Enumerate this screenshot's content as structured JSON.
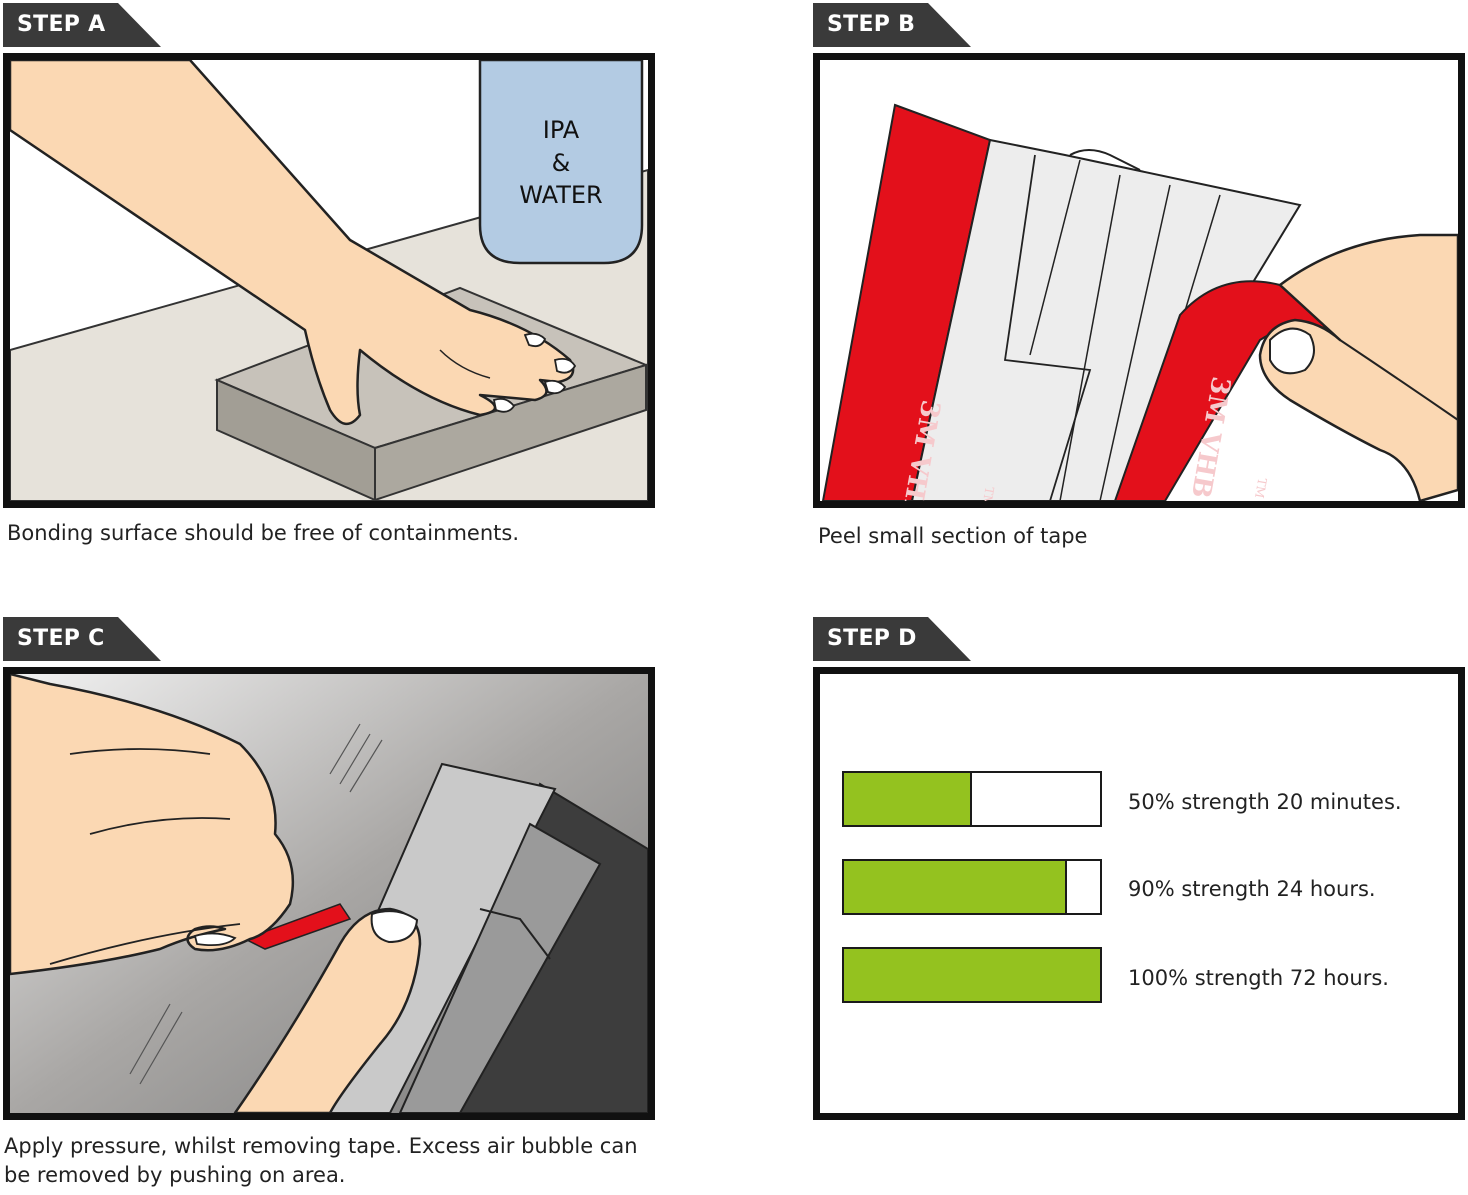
{
  "steps": [
    {
      "label": "STEP A",
      "caption": "Bonding surface should be free of containments."
    },
    {
      "label": "STEP B",
      "caption": "Peel small section of tape"
    },
    {
      "label": "STEP C",
      "caption_line1": "Apply pressure, whilst removing tape. Excess air bubble can",
      "caption_line2": "be removed by pushing on area."
    },
    {
      "label": "STEP D"
    }
  ],
  "bottle": {
    "line1": "IPA",
    "line2": "&",
    "line3": "WATER"
  },
  "tape_brand": "3M VHB",
  "tape_tm": "TM",
  "strength_bars": [
    {
      "fill_percent": 50,
      "label": "50% strength 20 minutes."
    },
    {
      "fill_percent": 87,
      "label": "90% strength 24 hours."
    },
    {
      "fill_percent": 100,
      "label": "100% strength 72 hours."
    }
  ],
  "colors": {
    "tab_bg": "#3a3a3a",
    "frame": "#111111",
    "bar_fill": "#94c21f",
    "tape_red": "#e3101b",
    "skin": "#fbd8b3",
    "bottle": "#b3cbe3"
  }
}
